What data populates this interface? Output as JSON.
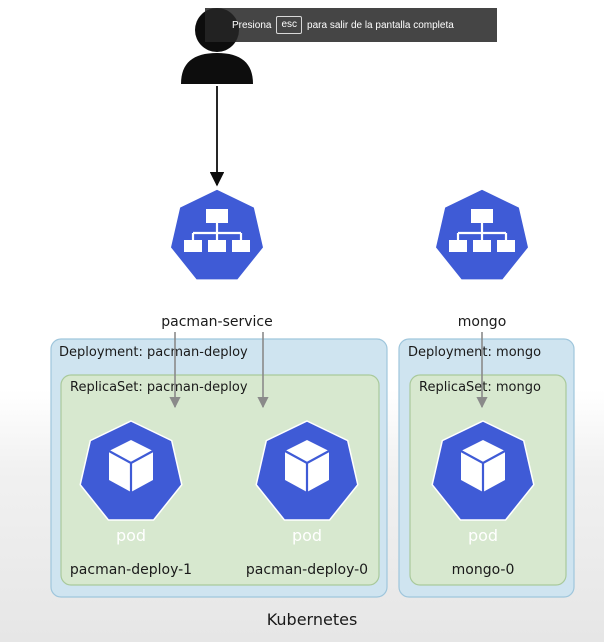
{
  "fullscreen_notice": {
    "prefix": "Presiona",
    "key": "esc",
    "suffix": "para salir de la pantalla completa"
  },
  "services": [
    {
      "icon": "service-icon",
      "badge": "svc",
      "name": "pacman-service"
    },
    {
      "icon": "service-icon",
      "badge": "svc",
      "name": "mongo"
    }
  ],
  "deployments": [
    {
      "label": "Deployment: pacman-deploy",
      "replicaset": "ReplicaSet: pacman-deploy"
    },
    {
      "label": "Deployment: mongo",
      "replicaset": "ReplicaSet: mongo"
    }
  ],
  "pods": [
    {
      "icon": "pod-icon",
      "badge": "pod",
      "name": "pacman-deploy-1"
    },
    {
      "icon": "pod-icon",
      "badge": "pod",
      "name": "pacman-deploy-0"
    },
    {
      "icon": "pod-icon",
      "badge": "pod",
      "name": "mongo-0"
    }
  ],
  "cluster_label": "Kubernetes",
  "colors": {
    "k8s_blue": "#3f5bd6",
    "deployment_fill": "#cfe4f0",
    "replicaset_fill": "#d7e8cf",
    "user": "#0d0d0d"
  }
}
